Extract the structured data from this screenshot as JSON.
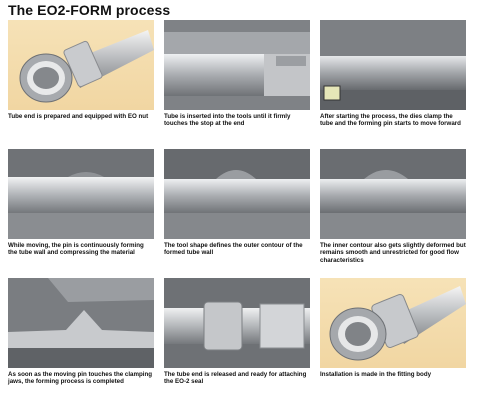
{
  "title": "The EO2-FORM process",
  "steps": [
    {
      "caption": "Tube end is prepared and equipped with EO nut"
    },
    {
      "caption": "Tube is inserted into the tools until it firmly touches the stop at the end"
    },
    {
      "caption": "After starting the process, the dies clamp the tube and the forming pin starts to move forward"
    },
    {
      "caption": "While moving, the pin is continuously forming the tube wall and compressing the material"
    },
    {
      "caption": "The tool shape defines the outer contour of the formed tube wall"
    },
    {
      "caption": "The inner contour also gets slightly deformed but remains smooth and unrestricted for good flow characteristics"
    },
    {
      "caption": "As soon as the moving pin touches the clamping jaws, the forming process is completed"
    },
    {
      "caption": "The tube end is released and ready for attaching the EO-2 seal"
    },
    {
      "caption": "Installation is made in the fitting body"
    }
  ]
}
